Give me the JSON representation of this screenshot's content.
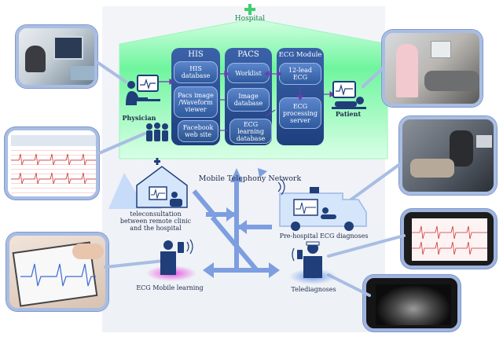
{
  "hospital_label": "Hospital",
  "modules": {
    "his": {
      "title": "HIS",
      "items": [
        "HIS database",
        "Pacs image /Waveform viewer"
      ]
    },
    "pacs": {
      "title": "PACS",
      "items": [
        "Worklist",
        "Image database"
      ]
    },
    "ecg": {
      "title": "ECG Module",
      "items": [
        "12-lead ECG",
        "ECG processing server"
      ]
    },
    "facebook": "Facebook web site",
    "learning_db": "ECG learning database"
  },
  "labels": {
    "physician": "Physician",
    "patient": "Patient",
    "network": "Mobile Telephony Network",
    "teleconsultation": "teleconsultation between remote clinic and the hospital",
    "prehospital": "Pre-hospital ECG diagnoses",
    "mobile_learning": "ECG Mobile learning",
    "telediagnoses": "Telediagnoses"
  },
  "colors": {
    "hospital_green": "#5df08f",
    "module_blue": "#2a4f93",
    "arrow_blue": "#7d9ee0",
    "frame_blue": "#a9bde3"
  }
}
